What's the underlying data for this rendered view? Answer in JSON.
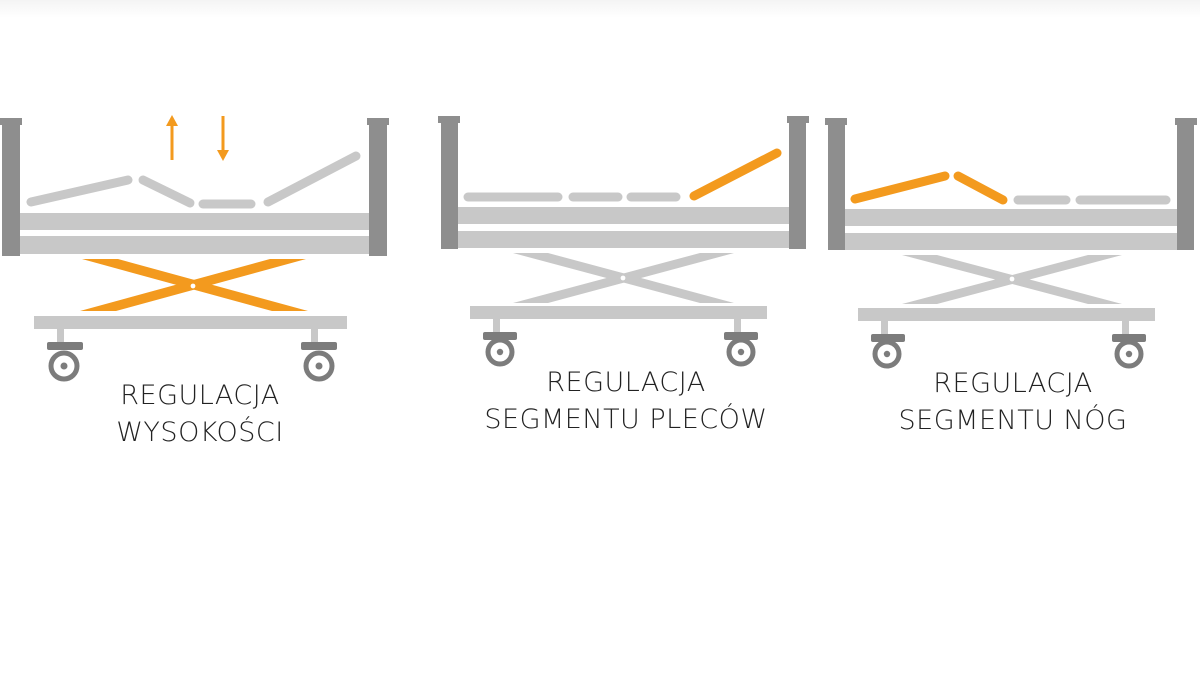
{
  "colors": {
    "accent": "#f39a1e",
    "frame_dark": "#8e8e8e",
    "frame_light": "#c8c8c8",
    "wheel": "#7c7c7c",
    "text": "#222222"
  },
  "panels": [
    {
      "id": "height",
      "label_lines": [
        "REGULACJA",
        "WYSOKOŚCI"
      ],
      "highlighted_part": "scissor-lift",
      "icons": [
        "arrow-up-icon",
        "arrow-down-icon"
      ]
    },
    {
      "id": "back",
      "label_lines": [
        "REGULACJA",
        "SEGMENTU PLECÓW"
      ],
      "highlighted_part": "back-segment",
      "icons": []
    },
    {
      "id": "legs",
      "label_lines": [
        "REGULACJA",
        "SEGMENTU NÓG"
      ],
      "highlighted_part": "leg-segment",
      "icons": []
    }
  ]
}
